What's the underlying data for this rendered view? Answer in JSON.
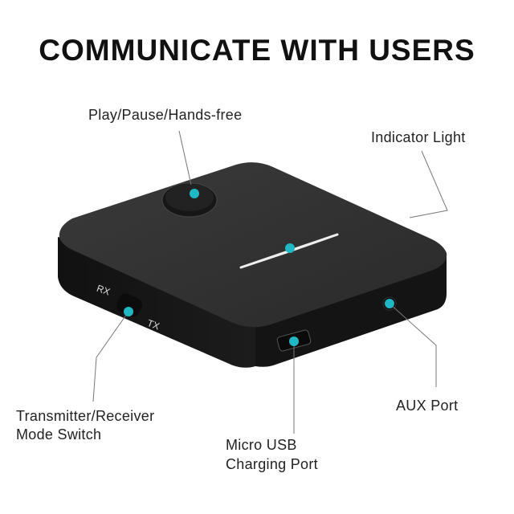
{
  "title": "COMMUNICATE WITH USERS",
  "device": {
    "switch_left": "RX",
    "switch_right": "TX"
  },
  "callouts": {
    "play_pause": "Play/Pause/Hands-free",
    "indicator": "Indicator Light",
    "mode_switch_line1": "Transmitter/Receiver",
    "mode_switch_line2": "Mode Switch",
    "usb_line1": "Micro USB",
    "usb_line2": "Charging Port",
    "aux": "AUX Port"
  },
  "colors": {
    "marker": "#1fb8c4",
    "device": "#1c1c1c"
  }
}
